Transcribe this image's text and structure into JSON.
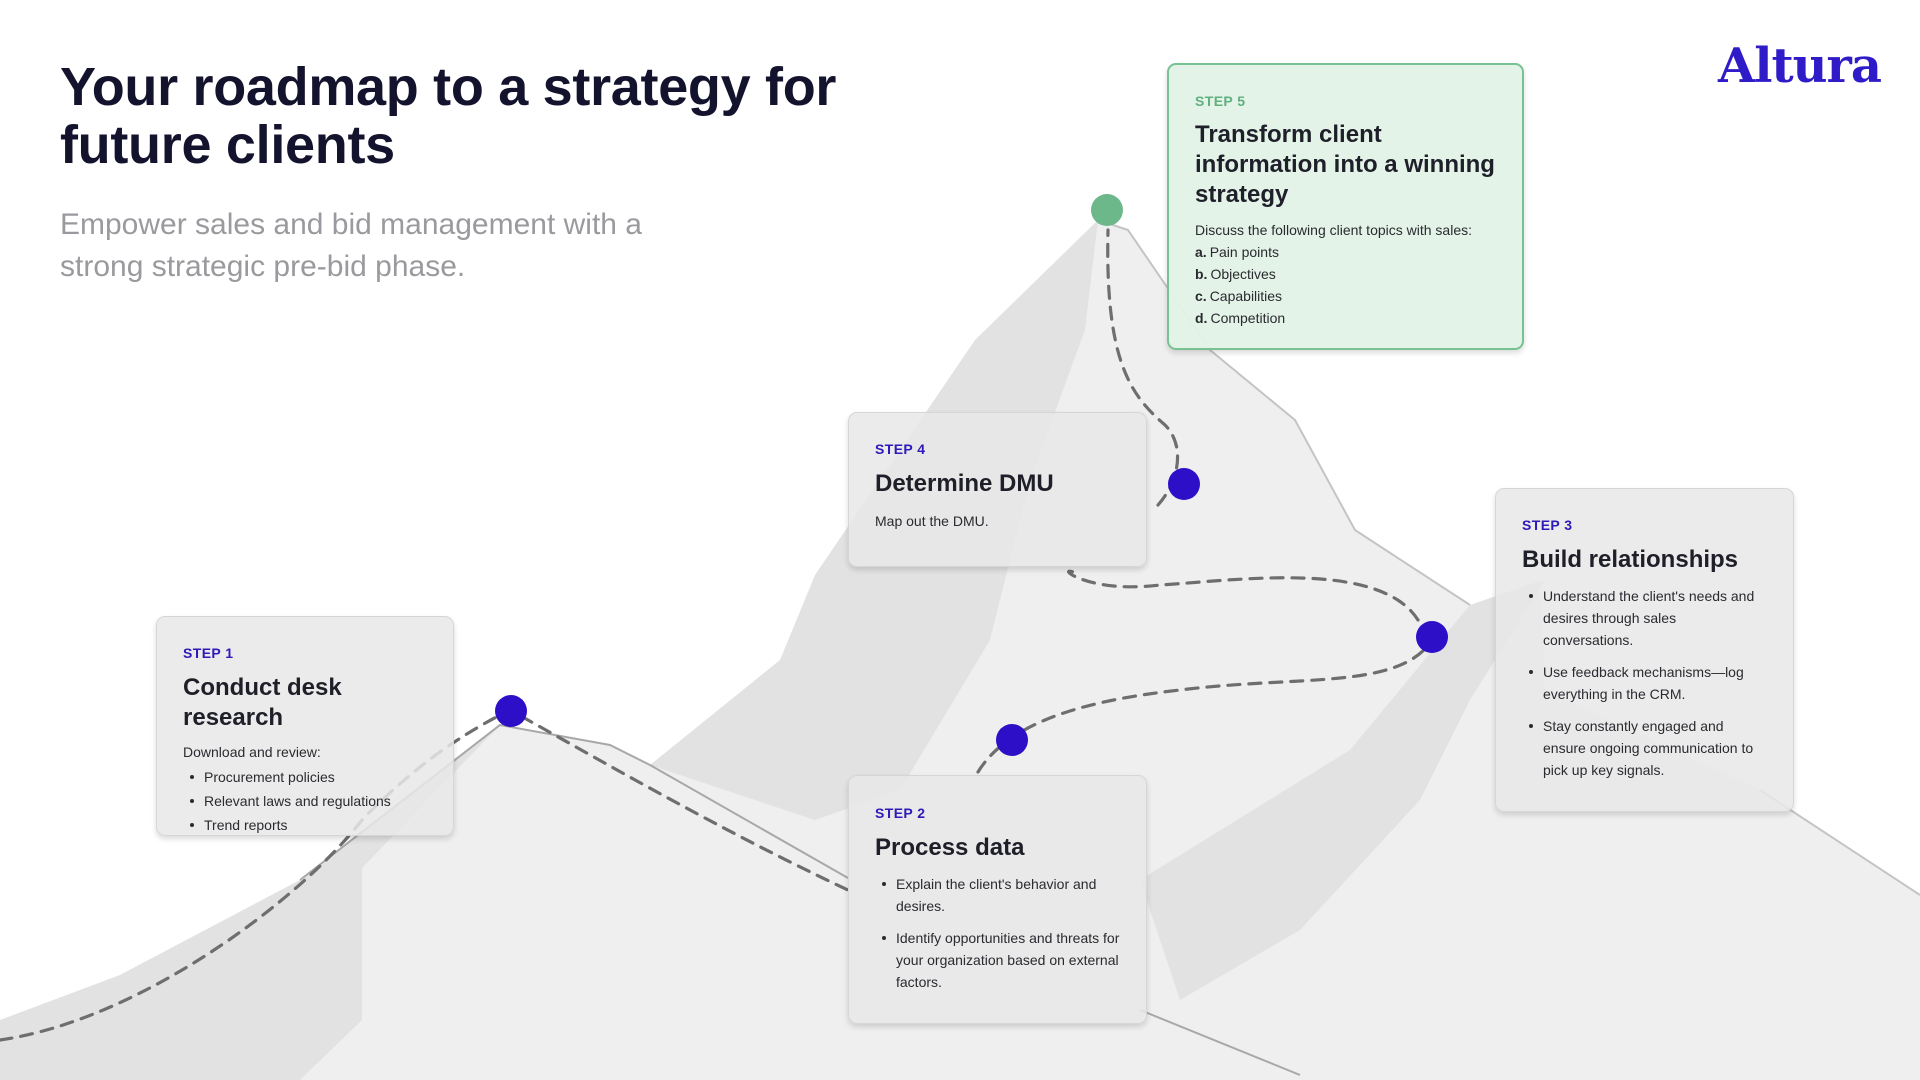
{
  "header": {
    "title": "Your roadmap to a strategy for future clients",
    "subtitle": "Empower sales and bid management with a strong strategic pre-bid phase.",
    "logo": "Altura"
  },
  "colors": {
    "accent": "#2f1bc7",
    "milestone_dot": "#2e0fc8",
    "summit_dot": "#6db88a",
    "mountain": "#efefef",
    "mountain_shadow": "#e2e2e2",
    "path": "#6e6e6e"
  },
  "steps": [
    {
      "label": "STEP 1",
      "title": "Conduct desk research",
      "intro": "Download and review:",
      "items": [
        "Procurement policies",
        "Relevant laws and regulations",
        "Trend reports"
      ]
    },
    {
      "label": "STEP 2",
      "title": "Process data",
      "items": [
        "Explain the client's behavior and desires.",
        "Identify opportunities and threats for your organization based on external factors."
      ]
    },
    {
      "label": "STEP 3",
      "title": "Build relationships",
      "items": [
        "Understand the client's needs and desires through sales conversations.",
        "Use feedback mechanisms—log everything in the CRM.",
        "Stay constantly engaged and ensure ongoing communication to pick up key signals."
      ]
    },
    {
      "label": "STEP 4",
      "title": "Determine DMU",
      "text": "Map out the DMU."
    },
    {
      "label": "STEP 5",
      "title": "Transform client information into a winning strategy",
      "intro": "Discuss the following client topics with sales:",
      "topics": [
        {
          "letter": "a.",
          "text": "Pain points"
        },
        {
          "letter": "b.",
          "text": "Objectives"
        },
        {
          "letter": "c.",
          "text": "Capabilities"
        },
        {
          "letter": "d.",
          "text": "Competition"
        }
      ]
    }
  ]
}
